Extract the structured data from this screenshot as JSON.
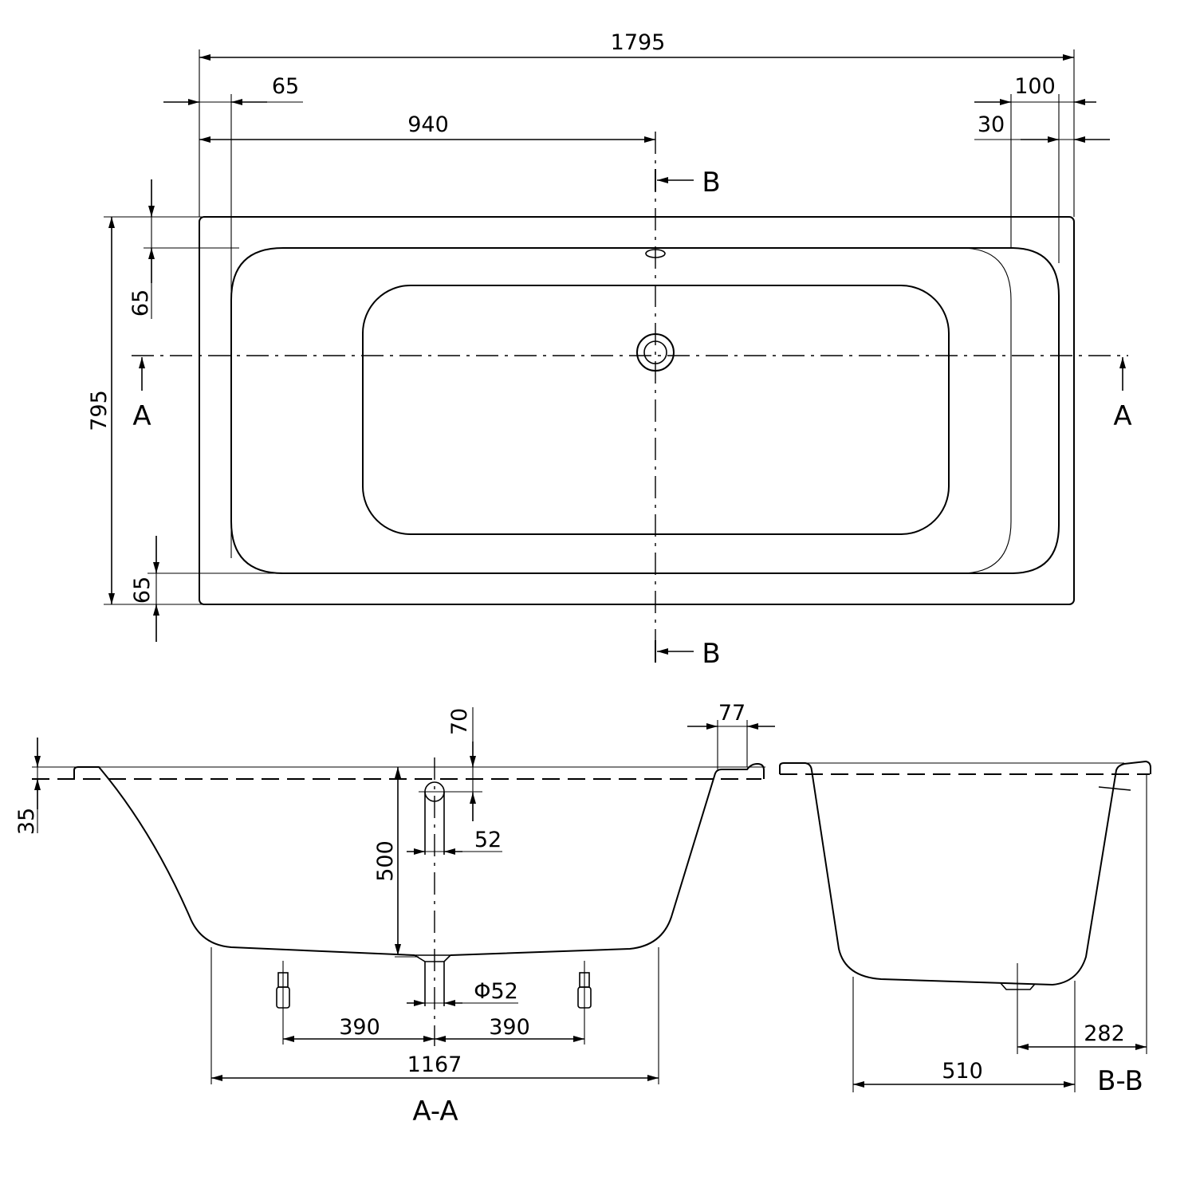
{
  "plan_view": {
    "overall_length": "1795",
    "rim_left": "65",
    "drain_position": "940",
    "rim_right": "100",
    "rim_right_inner": "30",
    "overall_width": "795",
    "rim_top": "65",
    "rim_bottom": "65",
    "section_a_label": "A",
    "section_b_label": "B"
  },
  "section_aa": {
    "title": "A-A",
    "rim_thickness": "35",
    "overflow_offset": "70",
    "overflow_diameter": "52",
    "depth": "500",
    "drain_diameter": "Φ52",
    "foot_left_spacing": "390",
    "foot_right_spacing": "390",
    "bottom_length": "1167",
    "rim_width": "77"
  },
  "section_bb": {
    "title": "B-B",
    "drain_offset": "282",
    "bottom_width": "510"
  }
}
